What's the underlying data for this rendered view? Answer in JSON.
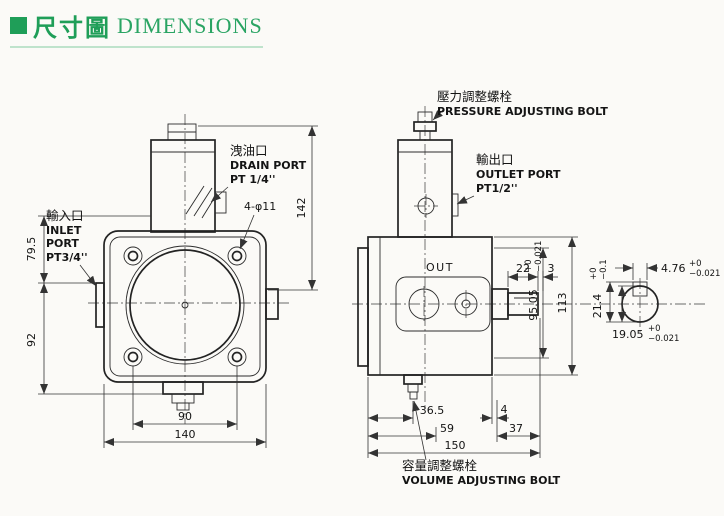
{
  "title": {
    "cjk": "尺寸圖",
    "en": "DIMENSIONS"
  },
  "icons": {
    "title_bullet": "green-square"
  },
  "colors": {
    "title_green": "#1f9e58",
    "line": "#232323"
  },
  "front": {
    "inlet": {
      "cjk": "輸入口",
      "en1": "INLET",
      "en2": "PORT",
      "size": "PT3/4''"
    },
    "drain": {
      "cjk": "洩油口",
      "en": "DRAIN PORT",
      "size": "PT 1/4''"
    },
    "holes": "4-φ11",
    "dims": {
      "h_top": "79.5",
      "h_bottom": "92",
      "w_inner": "90",
      "w_outer": "140",
      "height": "142"
    }
  },
  "side": {
    "pressure": {
      "cjk": "壓力調整螺栓",
      "en": "PRESSURE ADJUSTING BOLT"
    },
    "outlet": {
      "cjk": "輸出口",
      "en": "OUTLET PORT",
      "size": "PT1/2''"
    },
    "volume": {
      "cjk": "容量調整螺栓",
      "en": "VOLUME ADJUSTING BOLT"
    },
    "out": "OUT",
    "dims": {
      "d22": "22",
      "d3": "3",
      "key_w": "4.76",
      "key_w_tol_p": "+0",
      "key_w_tol_m": "−0.021",
      "over_key": "21.4",
      "over_key_tol_p": "+0",
      "over_key_tol_m": "−0.1",
      "height": "113",
      "spigot": "95.05",
      "spigot_tol_p": "+0",
      "spigot_tol_m": "−0.021",
      "shaft_d": "19.05",
      "shaft_tol_p": "+0",
      "shaft_tol_m": "−0.021",
      "d365": "36.5",
      "d59": "59",
      "d4": "4",
      "d37": "37",
      "d150": "150"
    }
  }
}
